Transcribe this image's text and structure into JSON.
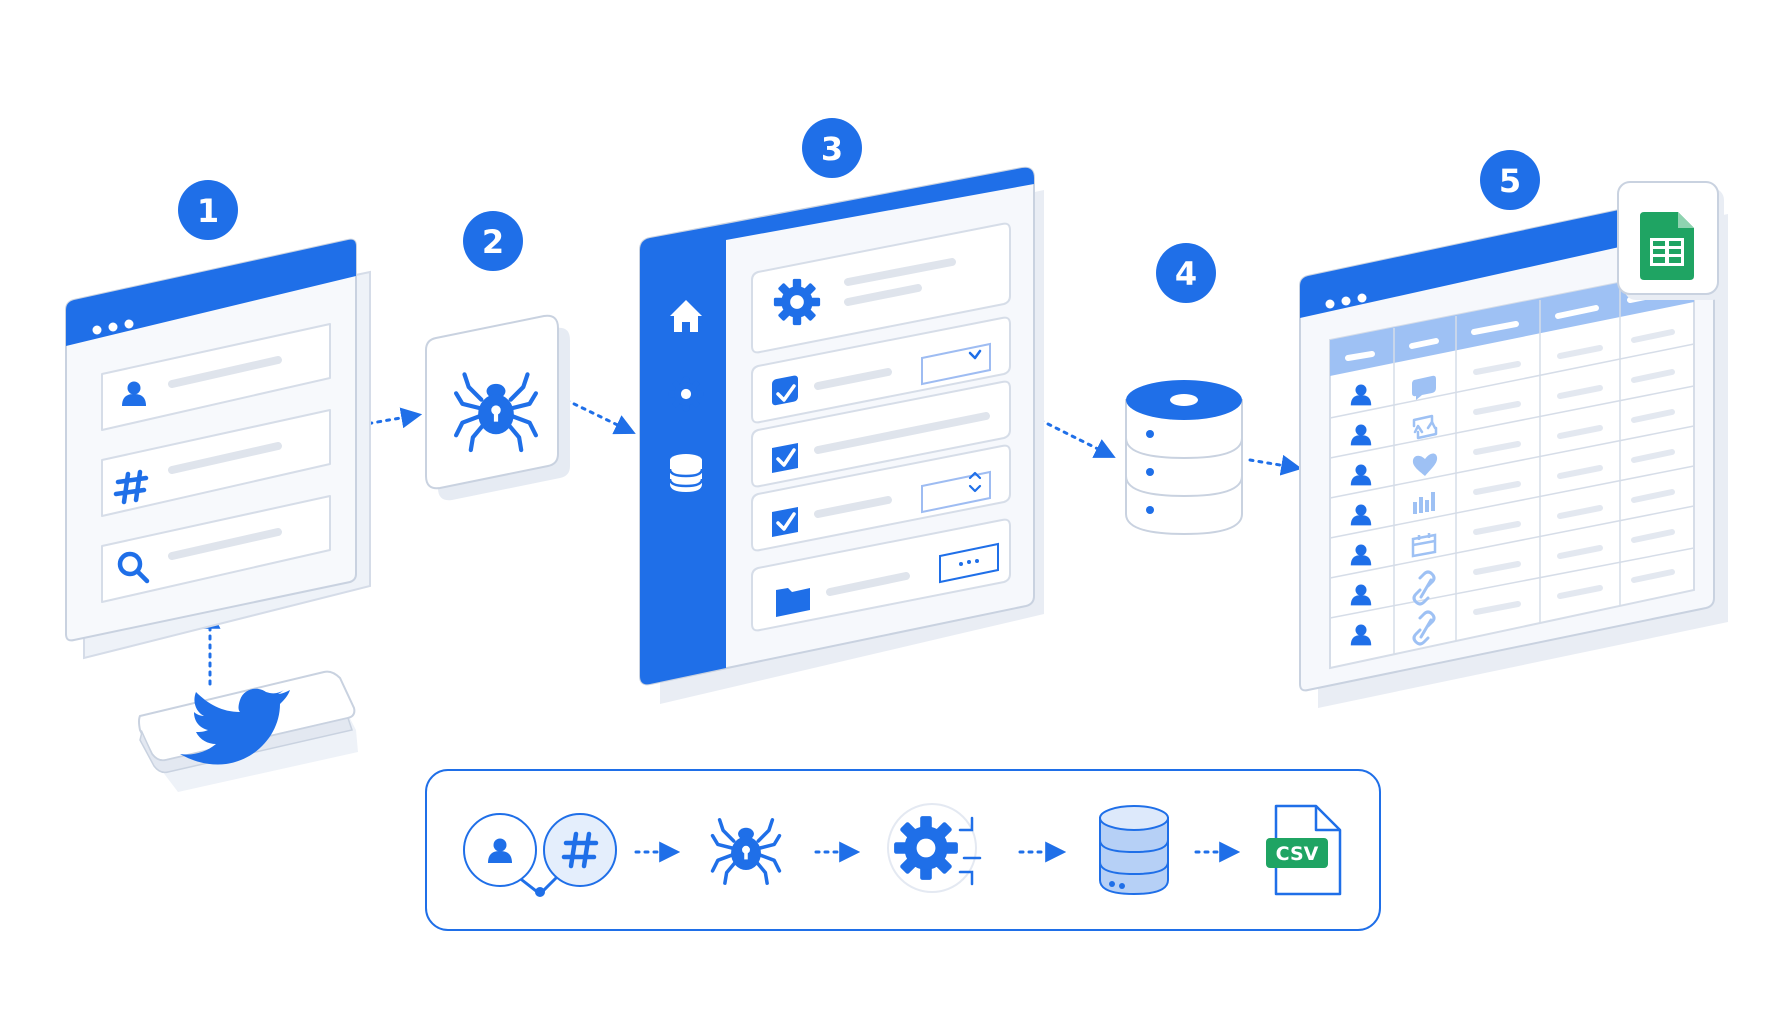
{
  "colors": {
    "primary": "#1f6fe8",
    "panel_face": "#f6f8fc",
    "panel_edge": "#dde3ee",
    "placeholder_line": "#dfe4ec",
    "sheets_green": "#1fa463",
    "csv_green": "#1fa463",
    "white": "#ffffff"
  },
  "steps": [
    {
      "number": "1",
      "icons": [
        "user-icon",
        "hash-icon",
        "search-icon",
        "twitter-bird-icon"
      ]
    },
    {
      "number": "2",
      "icons": [
        "spider-icon"
      ]
    },
    {
      "number": "3",
      "icons": [
        "home-icon",
        "gear-icon",
        "database-icon",
        "checkbox-icon",
        "dropdown-icon",
        "stepper-icon",
        "folder-icon",
        "more-icon"
      ]
    },
    {
      "number": "4",
      "icons": [
        "database-cylinder-icon"
      ]
    },
    {
      "number": "5",
      "icons": [
        "google-sheets-icon",
        "user-icon",
        "comment-icon",
        "retweet-icon",
        "heart-icon",
        "bar-chart-icon",
        "calendar-icon",
        "link-icon"
      ]
    }
  ],
  "summary": {
    "csv_label": "CSV",
    "icons": [
      "user-icon",
      "hash-icon",
      "spider-icon",
      "gear-icon",
      "database-icon",
      "csv-file-icon"
    ]
  }
}
